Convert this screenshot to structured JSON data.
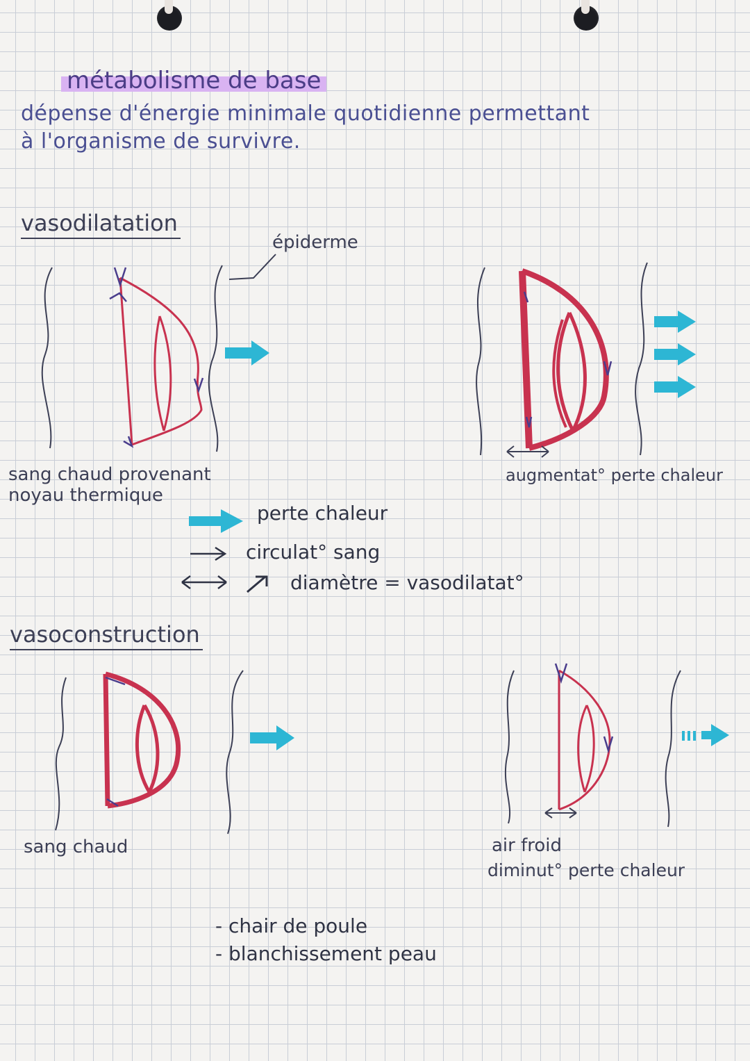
{
  "title": "métabolisme de base",
  "definition": {
    "line1": "dépense d'énergie minimale quotidienne permettant",
    "line2": "à l'organisme de survivre."
  },
  "sections": {
    "vasodilatation": {
      "heading": "vasodilatation",
      "epiderme_label": "épiderme",
      "left_caption_line1": "sang chaud provenant",
      "left_caption_line2": "noyau thermique",
      "right_caption": "augmentat° perte chaleur"
    },
    "vasoconstruction": {
      "heading": "vasoconstruction",
      "left_caption": "sang chaud",
      "right_caption_line1": "air froid",
      "right_caption_line2": "diminut° perte chaleur"
    }
  },
  "legend": {
    "heat_loss": "perte chaleur",
    "circulation": "circulat° sang",
    "diameter": "diamètre = vasodilatat°"
  },
  "effects": [
    "chair de poule",
    "blanchissement peau"
  ],
  "colors": {
    "vessel": "#c8324f",
    "arrow": "#4a3d8c",
    "heat": "#2db6d4",
    "highlight": "#d9b3f2",
    "ink": "#3c3f55"
  }
}
